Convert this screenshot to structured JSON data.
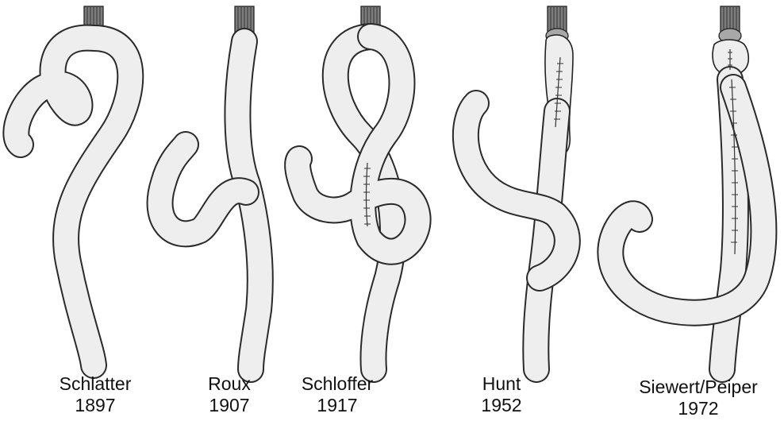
{
  "figure": {
    "panels": [
      {
        "id": "schlatter",
        "name": "Schlatter",
        "year": "1897"
      },
      {
        "id": "roux",
        "name": "Roux",
        "year": "1907"
      },
      {
        "id": "schloffer",
        "name": "Schloffer",
        "year": "1917"
      },
      {
        "id": "hunt",
        "name": "Hunt",
        "year": "1952"
      },
      {
        "id": "siewert-peiper",
        "name": "Siewert/Peiper",
        "year": "1972"
      }
    ]
  },
  "colors": {
    "outline": "#2a2a2a",
    "tube_fill": "#eeeeee",
    "esophagus_stump": "#8e8e8e",
    "background": "#ffffff"
  },
  "icons": {
    "stump": "esophageal-stump-icon",
    "suture": "suture-line-icon"
  }
}
